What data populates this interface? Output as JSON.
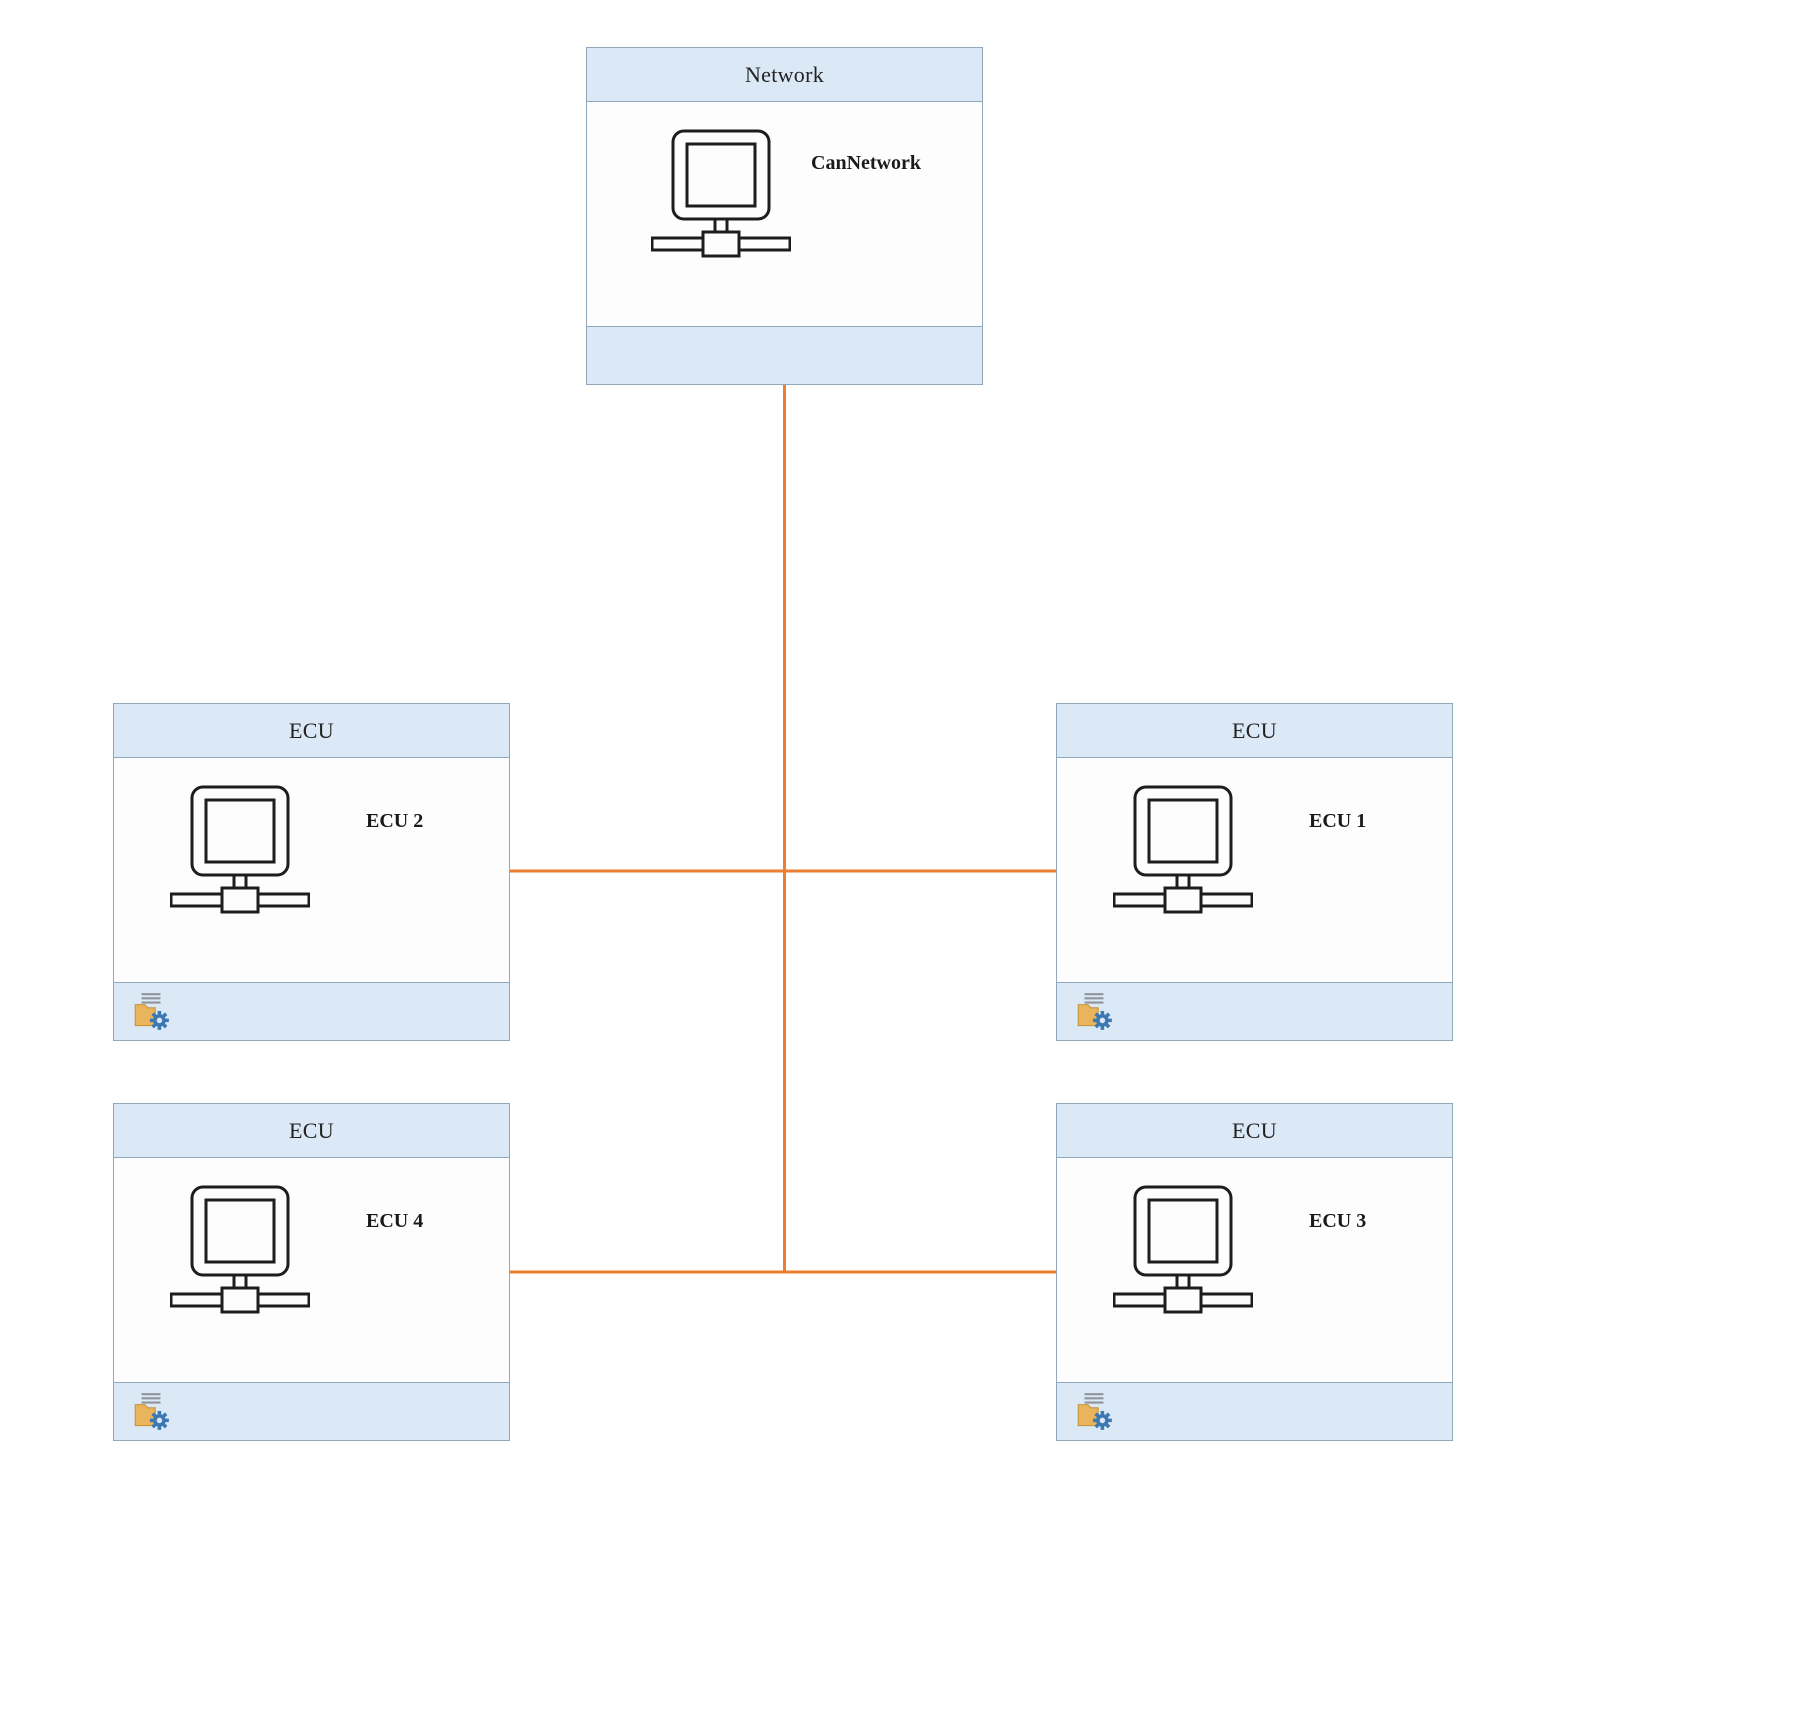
{
  "nodes": {
    "network": {
      "header": "Network",
      "label": "CanNetwork"
    },
    "ecu2": {
      "header": "ECU",
      "label": "ECU 2"
    },
    "ecu1": {
      "header": "ECU",
      "label": "ECU 1"
    },
    "ecu4": {
      "header": "ECU",
      "label": "ECU 4"
    },
    "ecu3": {
      "header": "ECU",
      "label": "ECU 3"
    }
  },
  "colors": {
    "node_header_fill": "#dbe9f6",
    "node_border": "#90a7bc",
    "node_body_fill": "#fdfdfe",
    "connector_line": "#ed7d31",
    "icon_stroke": "#1d1d1d",
    "footer_icon_folder": "#e9b45b",
    "footer_icon_gear": "#3e78b2",
    "footer_icon_lines": "#8f9499"
  },
  "icons": {
    "node_icon": "network-computer-icon",
    "ecu_footer_icon": "config-gear-folder-icon"
  }
}
